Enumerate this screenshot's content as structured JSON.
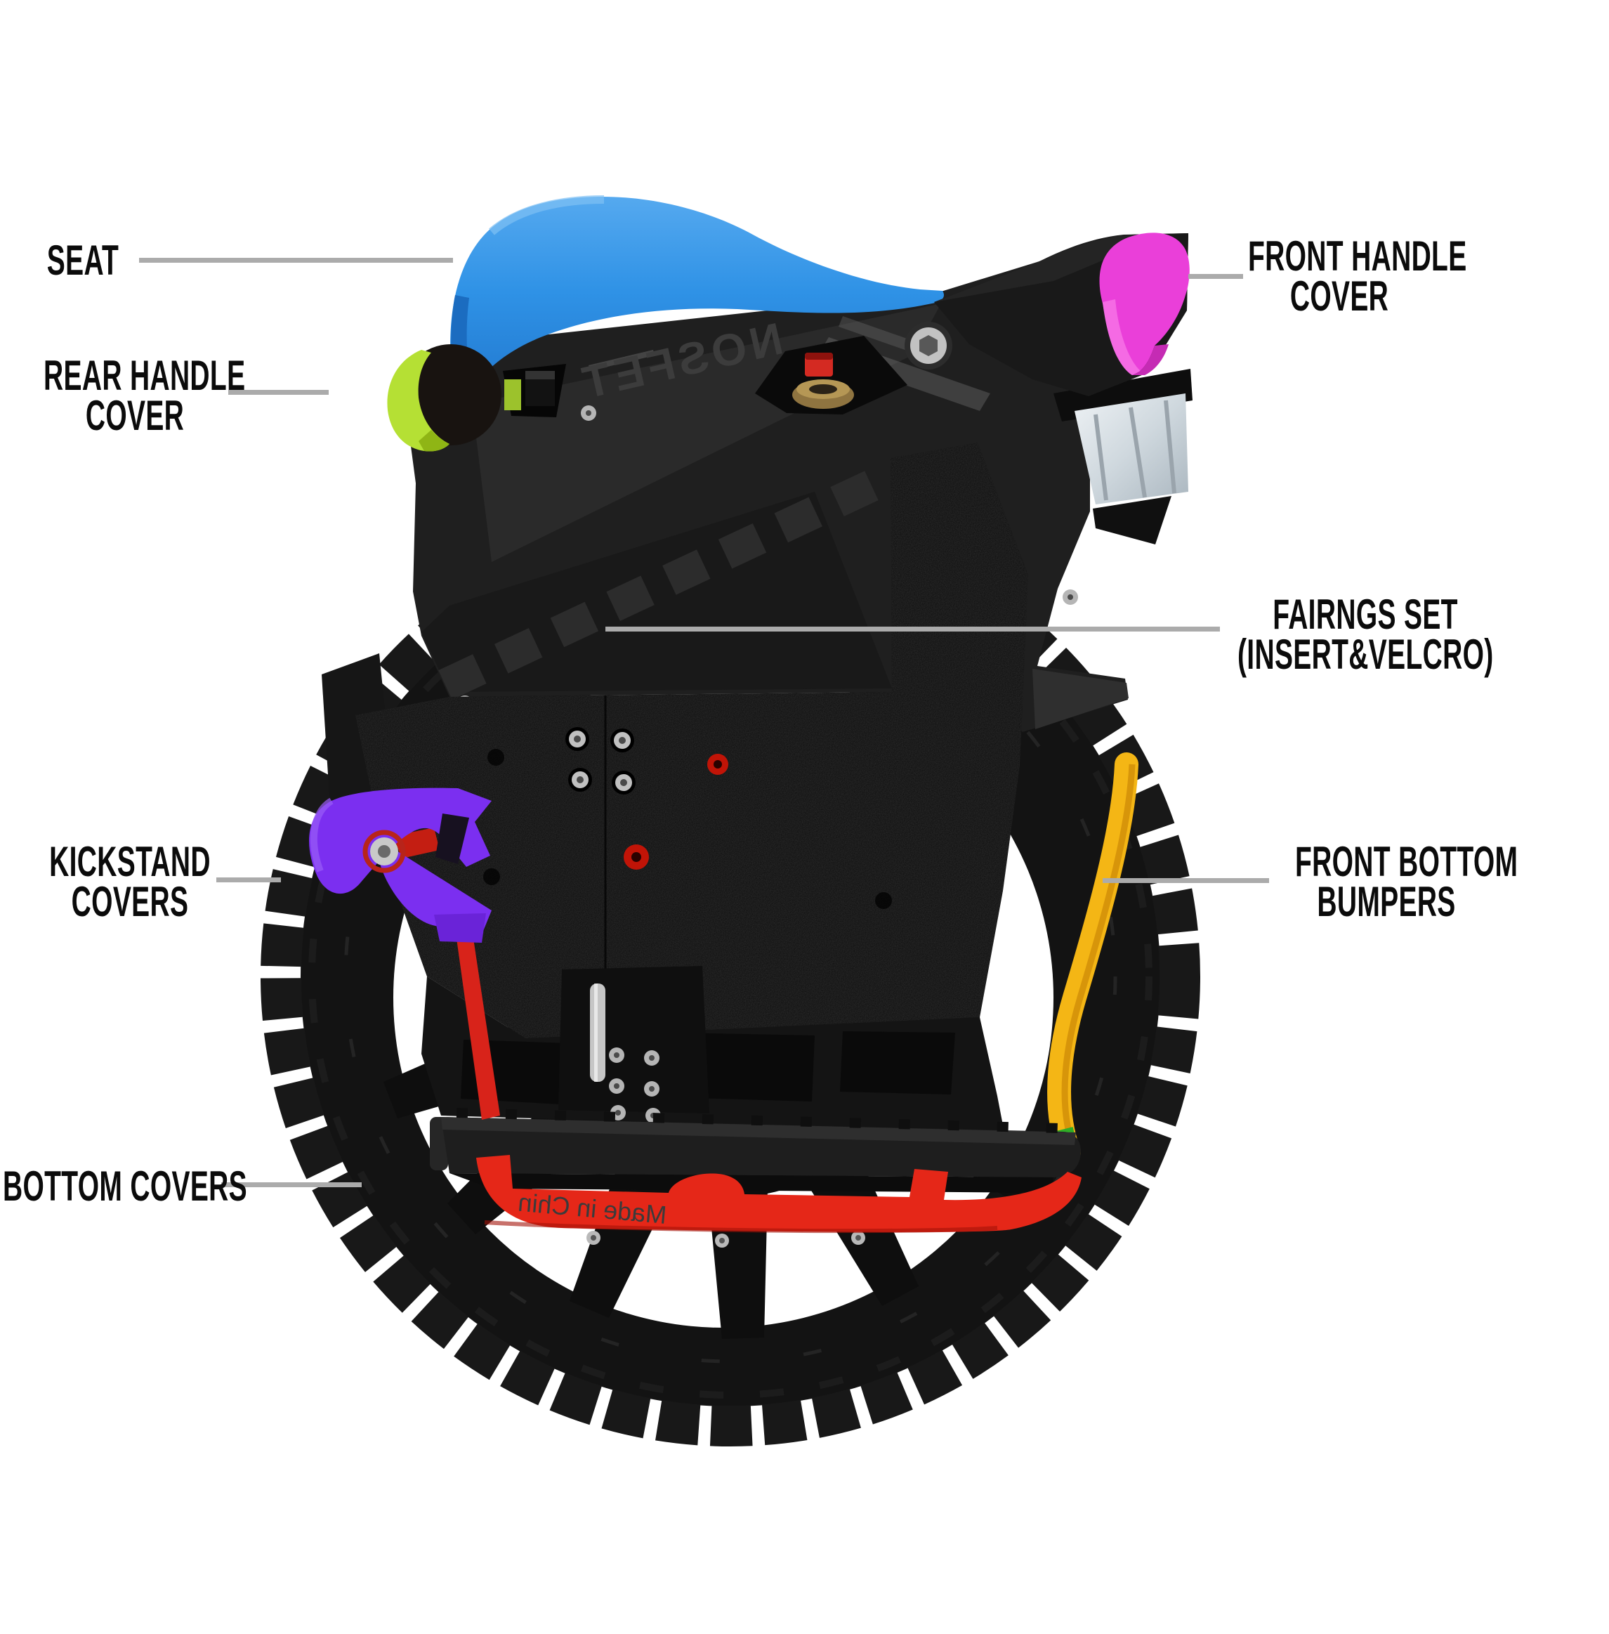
{
  "figure": {
    "type": "product-callout-diagram",
    "subject": "electric unicycle with colored accessory covers",
    "background": "#ffffff"
  },
  "product": {
    "frame_text": "NOSFET",
    "frame_text_mirrored": true,
    "made_in_text": "Made in Chin",
    "made_in_mirrored": true,
    "colors": {
      "seat": "#2f92e6",
      "front_handle_cover": "#ea3fd9",
      "rear_handle_cover": "#b5e034",
      "kickstand_covers": "#7b2ff0",
      "front_bottom_bumpers": "#f4b615",
      "bumper_tip_green": "#2fae27",
      "bottom_covers": "#e52718",
      "fairings": "#0b0b0b",
      "tire": "#141414",
      "leader_line": "#ababab",
      "label_text": "#0b0b0b"
    }
  },
  "callouts": [
    {
      "id": "seat",
      "lines": [
        "SEAT"
      ],
      "side": "left"
    },
    {
      "id": "rear-handle-cover",
      "lines": [
        "REAR HANDLE",
        "COVER"
      ],
      "side": "left"
    },
    {
      "id": "kickstand-covers",
      "lines": [
        "KICKSTAND",
        "COVERS"
      ],
      "side": "left"
    },
    {
      "id": "bottom-covers",
      "lines": [
        "BOTTOM COVERS"
      ],
      "side": "left"
    },
    {
      "id": "front-handle-cover",
      "lines": [
        "FRONT HANDLE",
        "COVER"
      ],
      "side": "right"
    },
    {
      "id": "fairings-set",
      "lines": [
        "FAIRNGS SET",
        "(INSERT&VELCRO)"
      ],
      "side": "right"
    },
    {
      "id": "front-bottom-bumpers",
      "lines": [
        "FRONT BOTTOM",
        "BUMPERS"
      ],
      "side": "right"
    }
  ]
}
